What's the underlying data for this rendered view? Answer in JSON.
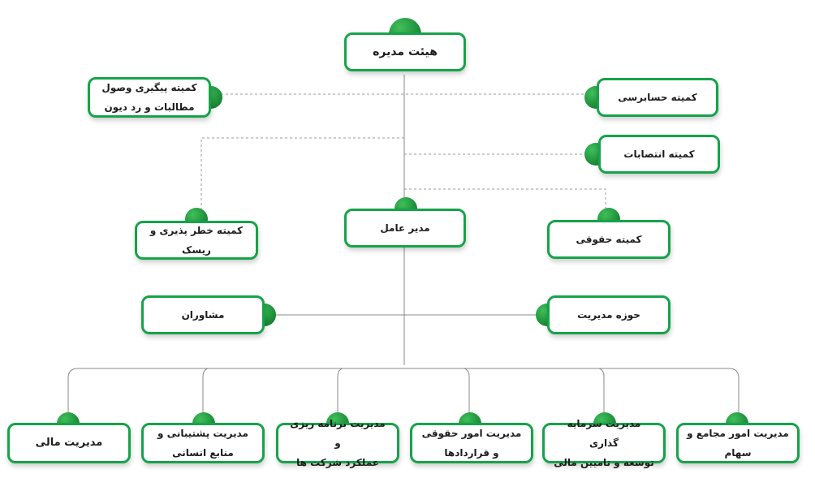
{
  "colors": {
    "border": "#16a34a",
    "line_solid": "#888888",
    "line_dashed": "#9a9a9a"
  },
  "nodes": {
    "board": "هیئت مدیره",
    "claims": "کمیته پیگیری وصول\nمطالبات و رد دیون",
    "audit": "کمیته حسابرسی",
    "appointments": "کمیته انتصابات",
    "risk": "کمیته خطر پذیری و ریسک",
    "ceo": "مدیر عامل",
    "legal": "کمیته حقوقی",
    "advisors": "مشاوران",
    "mgmt_office": "حوزه مدیریت",
    "finance": "مدیریت مالی",
    "support": "مدیریت پشتیبانی و\nمنابع انسانی",
    "planning": "مدیریت برنامه ریزی و\nعملکرد شرکت ها",
    "legal_affairs": "مدیریت امور حقوقی\nو قراردادها",
    "investment": "مدیریت سرمایه گذاری\nتوسعه و تامیین مالی",
    "shareholders": "مدیریت  امور مجامع و سهام"
  }
}
